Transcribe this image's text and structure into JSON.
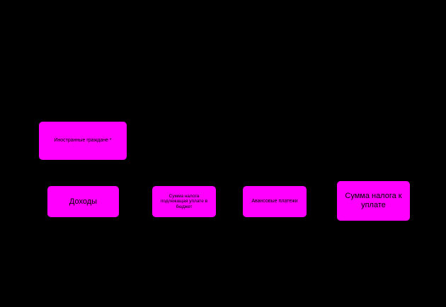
{
  "nodes": {
    "foreign": {
      "label": "Иностранные граждане  *"
    },
    "income": {
      "label": "Доходы"
    },
    "payable": {
      "label": "Сумма налога подлежащая уплате в бюджет"
    },
    "advance": {
      "label": "Авансовые платежи"
    },
    "total": {
      "label": "Сумма налога к уплате"
    }
  },
  "colors": {
    "background": "#000000",
    "box_fill": "#ff00ff",
    "text": "#000000"
  }
}
